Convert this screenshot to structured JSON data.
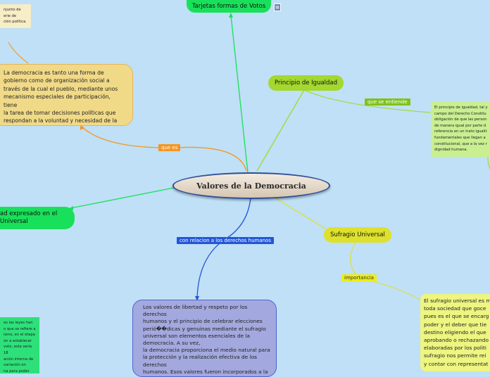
{
  "central": {
    "title": "Valores de la Democracia"
  },
  "nodes": {
    "tarjetas": "Tarjetas formas de Votos",
    "igualdad": "Principio de Igualdad",
    "sufragio": "Sufragio Universal",
    "voluntad": "ad expresado en el\nUniversal"
  },
  "labels": {
    "que_es": "que es",
    "que_se_entiende": "que se entiende",
    "importancia": "importancia",
    "ddhh": "con relacion a los derechos humanos"
  },
  "texts": {
    "top_left": "njunto de\nerie de\nción política.",
    "definicion": "La democracia es tanto una forma de\ngobierno como de organización social a\ntravés de la cual el pueblo, mediante unos\nmecanismo especiales de participación, tiene\nla tarea de tomar decisiones políticas que\nrespondan a la voluntad y necesidad de la\ncolectividad.",
    "igualdad_def": "El principio de igualdad, tal y\ncampo del Derecho Constitu\nobligación de que las person\nde manera igual por parte d\nreferencia en un trato igualit\nfundamentales que llegan a\nconstitucional, que a la vez r\ndignidad humana.",
    "sufragio_def": "El sufragio universal es m\ntoda sociedad que goce\npues es el que se encarg\npoder y el deber que tie\ndestino eligiendo el que\naprobando o rechazando\nelaboradas por los politi\nsufragio nos permite rei\ny contar con representat",
    "ddhh_def": "Los valores de libertad y respeto por los derechos\nhumanos y el principio de celebrar elecciones\nperió��dicas y genuinas mediante el sufragio\nuniversal son elementos esenciales de la\ndemocracia. A su vez,\nla democracia proporciona el medio natural para\nla protección y la realización efectiva de los\nderechos\nhumanos. Esos valores fueron incorporados a la",
    "bottom_left": "es las leyes han\no que se refiere a\nismo, en el etapa\non a establecer\nvoto, esta sería 18\nación interna de\nvariación en\nna para poder"
  },
  "colors": {
    "background": "#bfe0f6",
    "green": "#19e05a",
    "lime": "#a3d82f",
    "yellow": "#dde12b",
    "orange": "#f5961f",
    "tan": "#f1da87",
    "blue_label": "#2356d8",
    "lavender": "#a3a8de"
  },
  "icons": {
    "doc": "document-icon"
  }
}
